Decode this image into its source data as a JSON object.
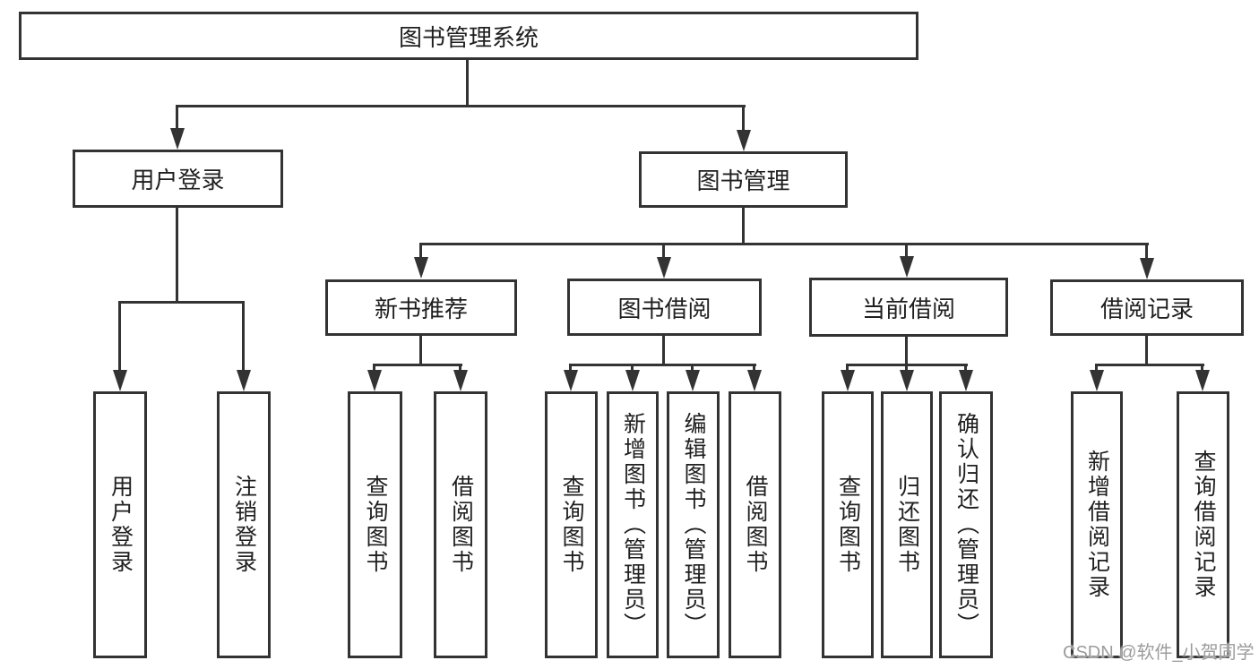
{
  "diagram": {
    "root": "图书管理系统",
    "level1": {
      "user_login": "用户登录",
      "book_mgmt": "图书管理"
    },
    "level2": {
      "new_book_rec": "新书推荐",
      "book_borrow": "图书借阅",
      "current_borrow": "当前借阅",
      "borrow_records": "借阅记录"
    },
    "leaves": {
      "user_login": "用户登录",
      "logout": "注销登录",
      "query_book_1": "查询图书",
      "borrow_book_1": "借阅图书",
      "query_book_2": "查询图书",
      "add_book": "新增图书（管理员）",
      "edit_book": "编辑图书（管理员）",
      "borrow_book_2": "借阅图书",
      "query_book_3": "查询图书",
      "return_book": "归还图书",
      "confirm_return": "确认归还（管理员）",
      "add_borrow_record": "新增借阅记录",
      "query_borrow_record": "查询借阅记录"
    }
  },
  "watermark": "CSDN @软件_小贺同学",
  "colors": {
    "line": "#333333",
    "text": "#1f1f1f",
    "background": "#ffffff",
    "watermark": "#9c9c9c"
  }
}
